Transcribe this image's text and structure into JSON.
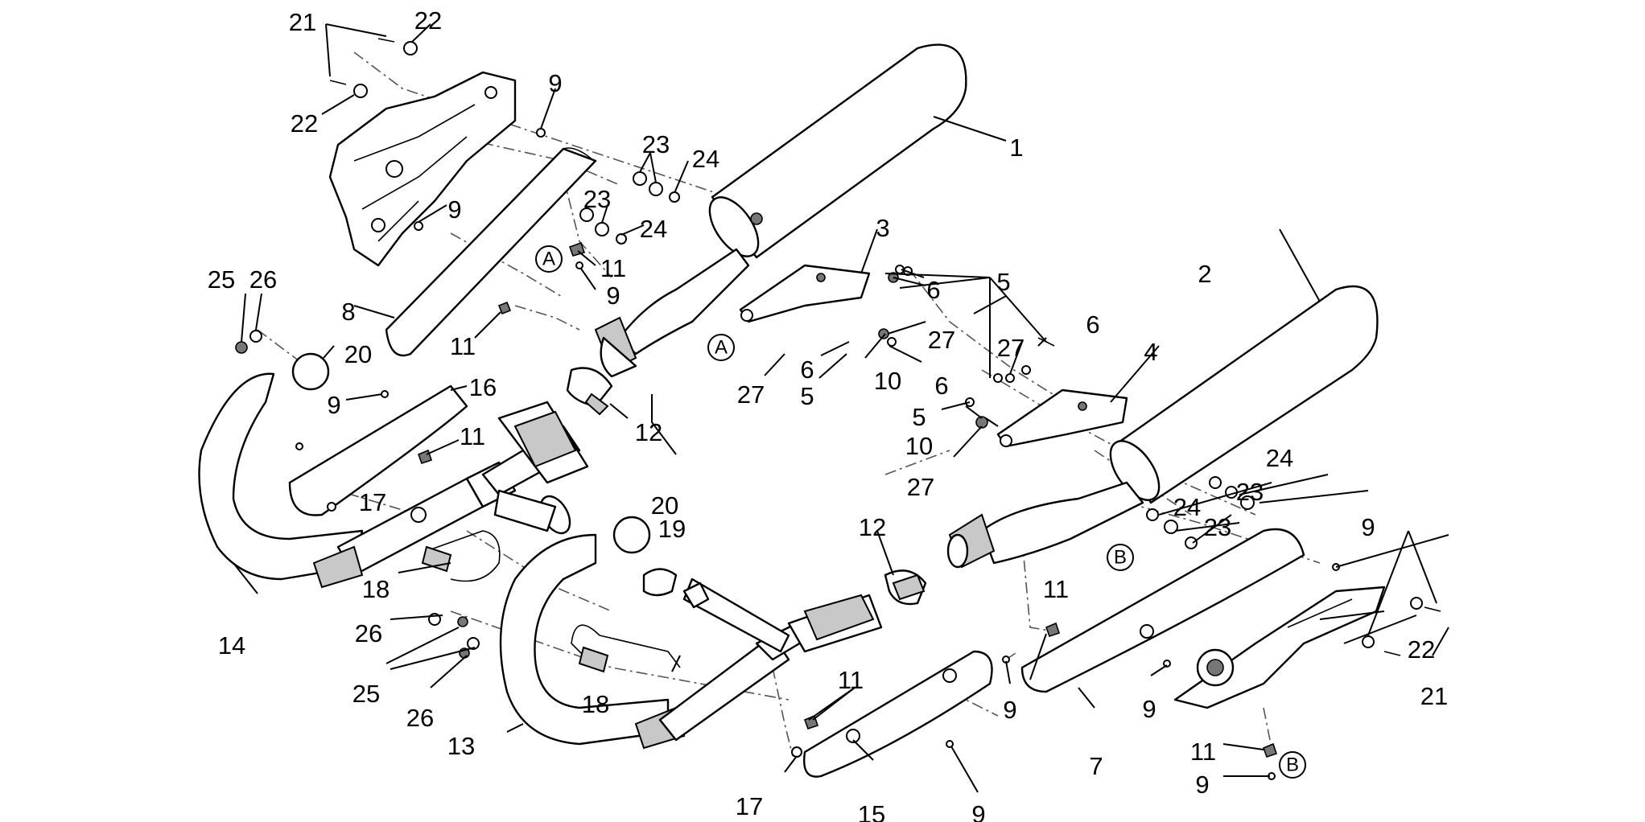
{
  "diagram": {
    "callouts": [
      {
        "id": "c21a",
        "text": "21"
      },
      {
        "id": "c22a",
        "text": "22"
      },
      {
        "id": "c22b",
        "text": "22"
      },
      {
        "id": "c9a",
        "text": "9"
      },
      {
        "id": "c23a",
        "text": "23"
      },
      {
        "id": "c24a",
        "text": "24"
      },
      {
        "id": "c1",
        "text": "1"
      },
      {
        "id": "c23b",
        "text": "23"
      },
      {
        "id": "c24b",
        "text": "24"
      },
      {
        "id": "c9b",
        "text": "9"
      },
      {
        "id": "c11a",
        "text": "11"
      },
      {
        "id": "c9c",
        "text": "9"
      },
      {
        "id": "c25a",
        "text": "25"
      },
      {
        "id": "c26a",
        "text": "26"
      },
      {
        "id": "c8",
        "text": "8"
      },
      {
        "id": "c11b",
        "text": "11"
      },
      {
        "id": "c20a",
        "text": "20"
      },
      {
        "id": "c16",
        "text": "16"
      },
      {
        "id": "c9d",
        "text": "9"
      },
      {
        "id": "c11c",
        "text": "11"
      },
      {
        "id": "c12a",
        "text": "12"
      },
      {
        "id": "c3",
        "text": "3"
      },
      {
        "id": "c6a",
        "text": "6"
      },
      {
        "id": "c5a",
        "text": "5"
      },
      {
        "id": "c27a",
        "text": "27"
      },
      {
        "id": "c6b",
        "text": "6"
      },
      {
        "id": "c5b",
        "text": "5"
      },
      {
        "id": "c10a",
        "text": "10"
      },
      {
        "id": "c27b",
        "text": "27"
      },
      {
        "id": "c2",
        "text": "2"
      },
      {
        "id": "c6c",
        "text": "6"
      },
      {
        "id": "c27c",
        "text": "27"
      },
      {
        "id": "c4",
        "text": "4"
      },
      {
        "id": "c6d",
        "text": "6"
      },
      {
        "id": "c5c",
        "text": "5"
      },
      {
        "id": "c10b",
        "text": "10"
      },
      {
        "id": "c27d",
        "text": "27"
      },
      {
        "id": "c17a",
        "text": "17"
      },
      {
        "id": "c20b",
        "text": "20"
      },
      {
        "id": "c19",
        "text": "19"
      },
      {
        "id": "c12b",
        "text": "12"
      },
      {
        "id": "c24c",
        "text": "24"
      },
      {
        "id": "c23c",
        "text": "23"
      },
      {
        "id": "c24d",
        "text": "24"
      },
      {
        "id": "c23d",
        "text": "23"
      },
      {
        "id": "c9e",
        "text": "9"
      },
      {
        "id": "c18a",
        "text": "18"
      },
      {
        "id": "c14",
        "text": "14"
      },
      {
        "id": "c26b",
        "text": "26"
      },
      {
        "id": "c25b",
        "text": "25"
      },
      {
        "id": "c26c",
        "text": "26"
      },
      {
        "id": "c18b",
        "text": "18"
      },
      {
        "id": "c13",
        "text": "13"
      },
      {
        "id": "c11d",
        "text": "11"
      },
      {
        "id": "c11e",
        "text": "11"
      },
      {
        "id": "c9f",
        "text": "9"
      },
      {
        "id": "c9g",
        "text": "9"
      },
      {
        "id": "c7",
        "text": "7"
      },
      {
        "id": "c22c",
        "text": "22"
      },
      {
        "id": "c21b",
        "text": "21"
      },
      {
        "id": "c17b",
        "text": "17"
      },
      {
        "id": "c15",
        "text": "15"
      },
      {
        "id": "c9h",
        "text": "9"
      },
      {
        "id": "c11f",
        "text": "11"
      },
      {
        "id": "c9i",
        "text": "9"
      }
    ],
    "reference_marks": [
      {
        "id": "rA1",
        "text": "A"
      },
      {
        "id": "rA2",
        "text": "A"
      },
      {
        "id": "rB1",
        "text": "B"
      },
      {
        "id": "rB2",
        "text": "B"
      }
    ]
  }
}
